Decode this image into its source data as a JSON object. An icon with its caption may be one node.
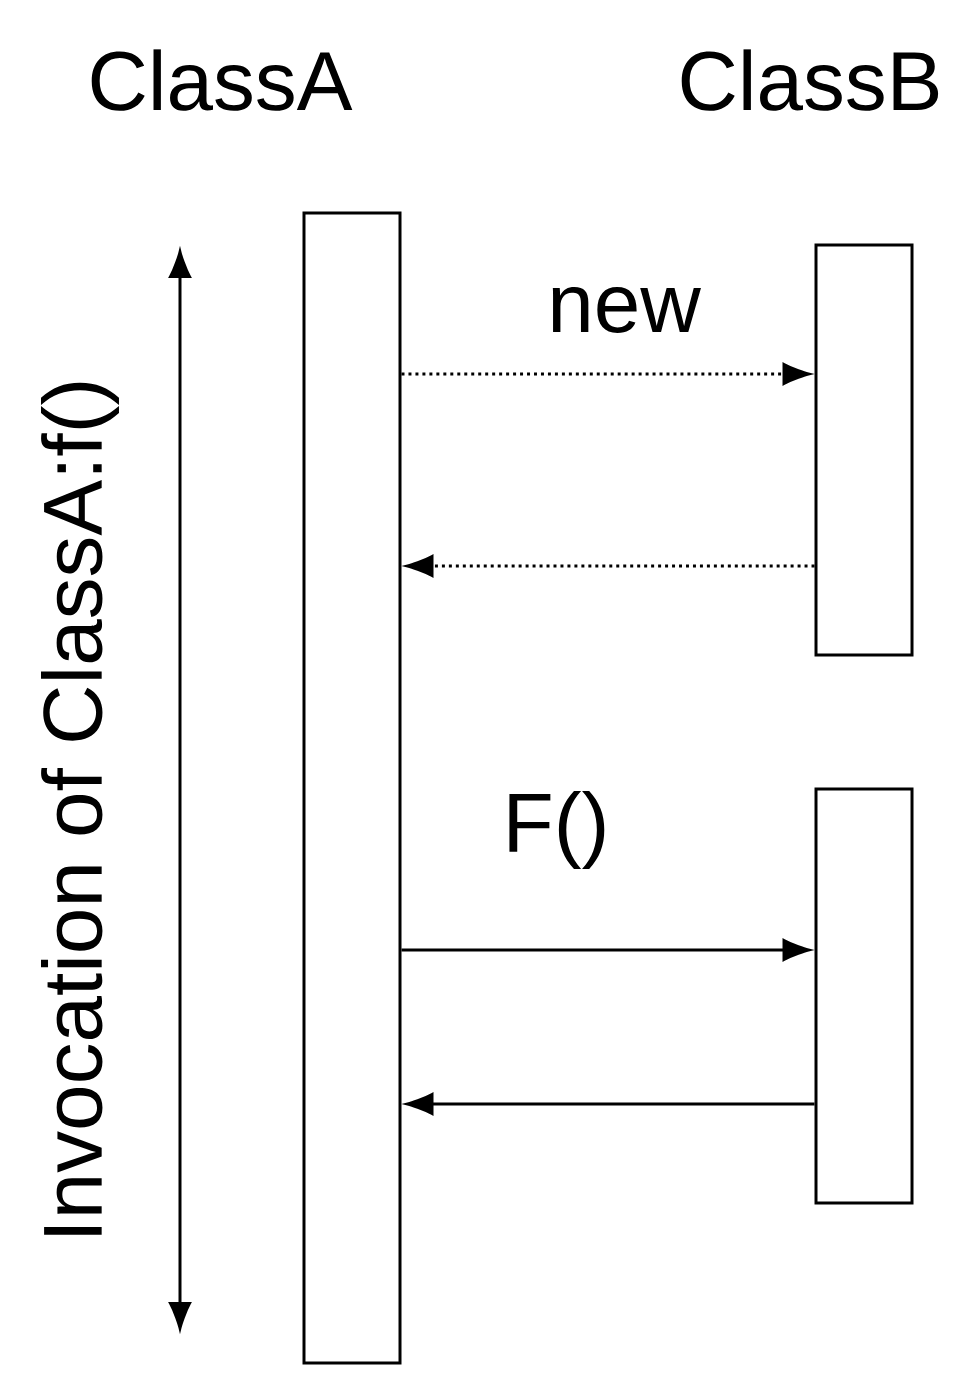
{
  "diagram": {
    "nodes": [
      {
        "text": [],
        "shape": "box"
      },
      {
        "text": [],
        "shape": "box"
      },
      {
        "text": [],
        "shape": "box"
      }
    ],
    "edges": [
      {
        "from": 0,
        "to": 1,
        "arrow": "to",
        "label": "new",
        "style": "dashed"
      },
      {
        "from": 1,
        "to": 0,
        "arrow": "to",
        "style": "dashed"
      },
      {
        "from": 0,
        "to": 2,
        "arrow": "to",
        "label": "F()"
      },
      {
        "from": 2,
        "to": 0,
        "arrow": "to"
      }
    ],
    "labels": [
      "ClassA",
      "ClassB",
      "Invocation of ClassA:f()"
    ]
  }
}
